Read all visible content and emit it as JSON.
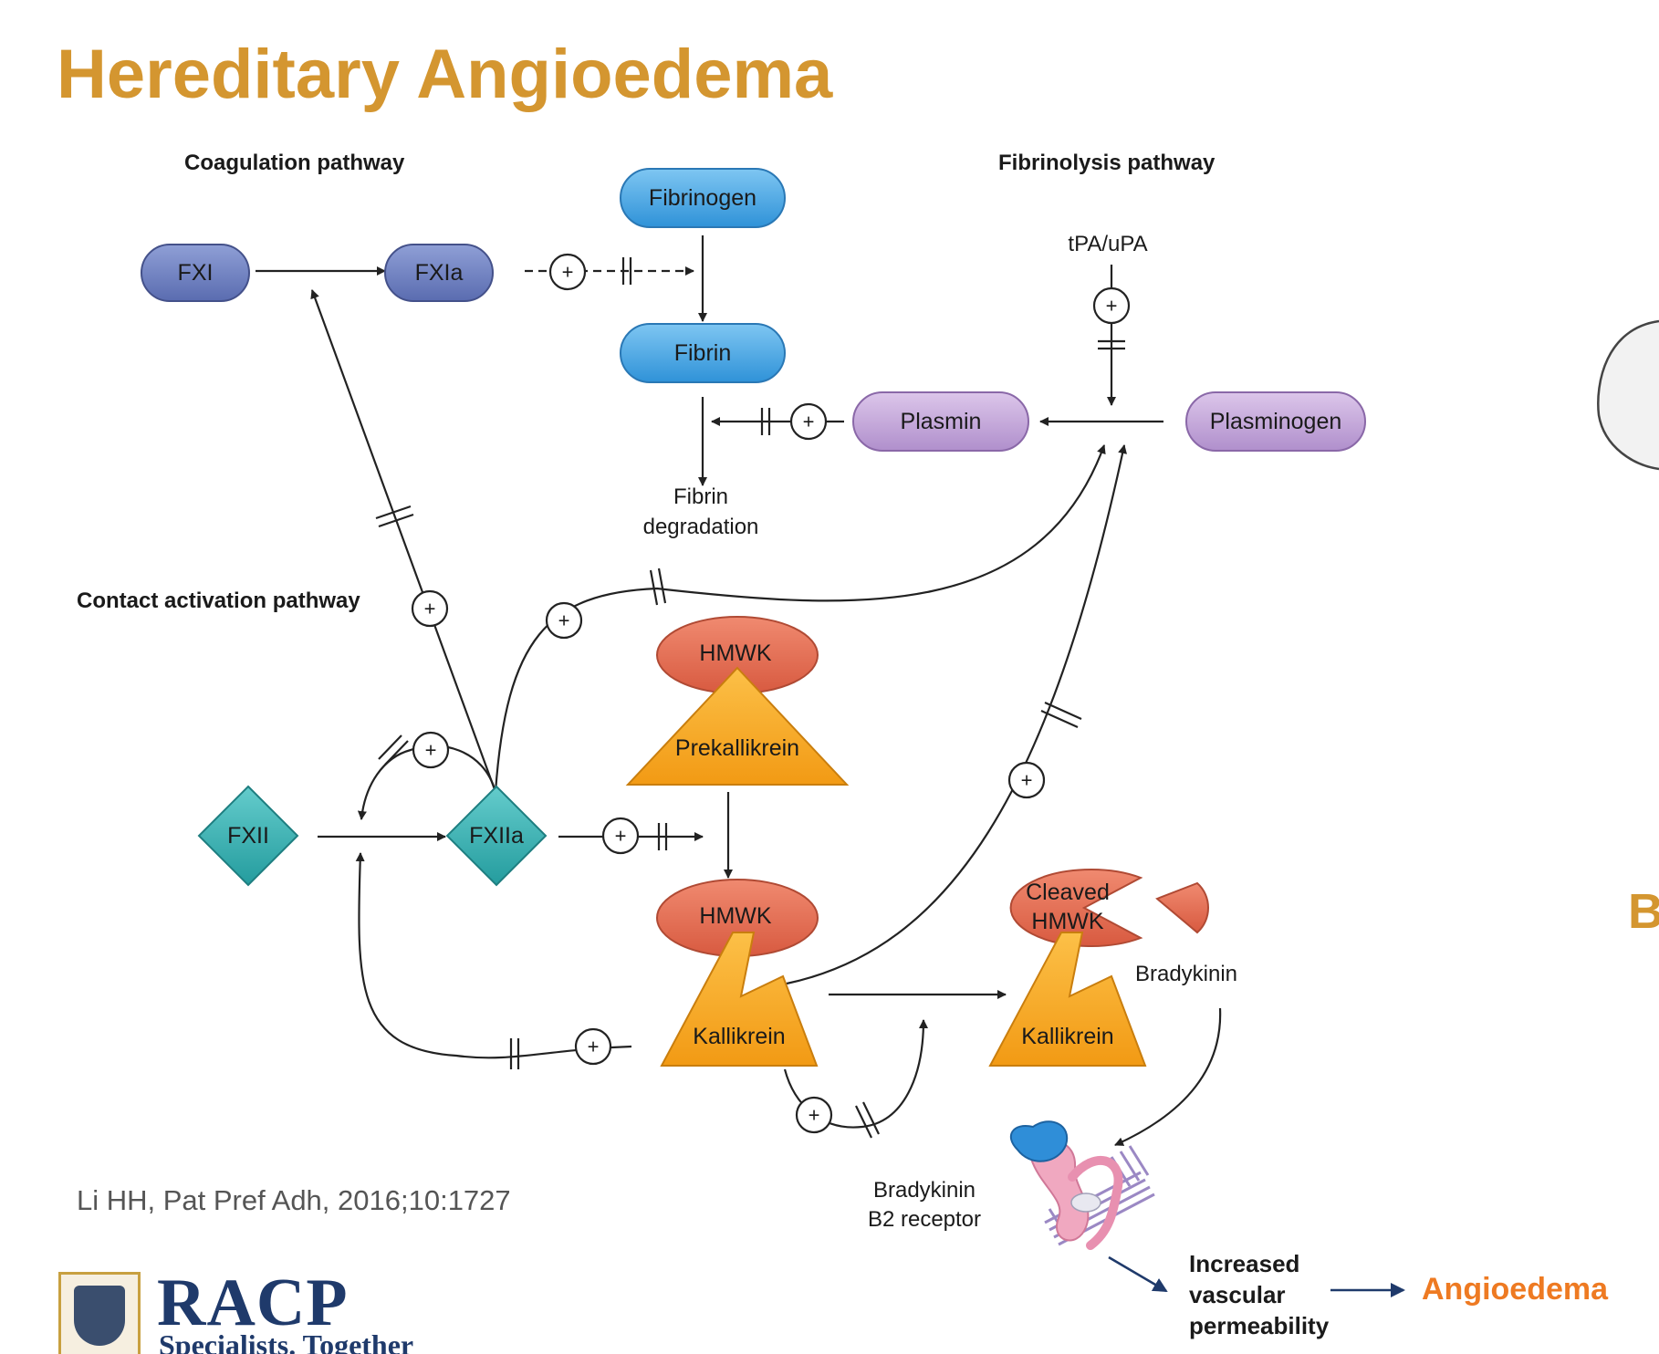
{
  "title": "Hereditary Angioedema",
  "headers": {
    "coagulation": "Coagulation pathway",
    "fibrinolysis": "Fibrinolysis pathway",
    "contact": "Contact activation pathway"
  },
  "nodes": {
    "fxi": "FXI",
    "fxia": "FXIa",
    "fibrinogen": "Fibrinogen",
    "fibrin": "Fibrin",
    "fibrin_degradation": [
      "Fibrin",
      "degradation"
    ],
    "tpa": "tPA/uPA",
    "plasmin": "Plasmin",
    "plasminogen": "Plasminogen",
    "hmwk_top": "HMWK",
    "prekallikrein": "Prekallikrein",
    "fxii": "FXII",
    "fxiia": "FXIIa",
    "hmwk_mid": "HMWK",
    "kallikrein": "Kallikrein",
    "cleaved_hmwk": [
      "Cleaved",
      "HMWK"
    ],
    "kallikrein_right": "Kallikrein",
    "bradykinin": "Bradykinin",
    "b2_receptor": [
      "Bradykinin",
      "B2 receptor"
    ],
    "vascular": [
      "Increased",
      "vascular",
      "permeability"
    ]
  },
  "outcome": "Angioedema",
  "citation": "Li HH, Pat Pref Adh, 2016;10:1727",
  "logo": {
    "name": "RACP",
    "tagline": "Specialists. Together"
  },
  "side_letter": "B",
  "plus": "+",
  "colors": {
    "title": "#d49630",
    "coagulation_node": "#6f80c0",
    "fibrin_node": "#4fa8e0",
    "plasmin_node": "#c5a8d8",
    "contact_node": "#36b0b0",
    "hmwk": "#e06a50",
    "kallikrein": "#f7a823",
    "outcome": "#ee7a22"
  }
}
